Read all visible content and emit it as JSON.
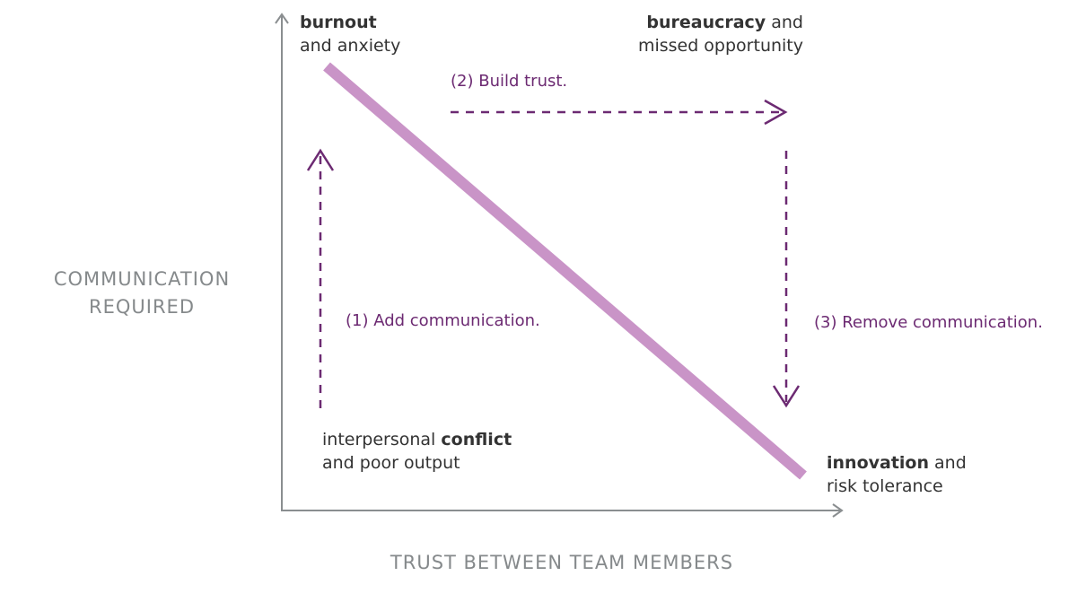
{
  "axes": {
    "y_label_line1": "COMMUNICATION",
    "y_label_line2": "REQUIRED",
    "x_label": "TRUST BETWEEN TEAM MEMBERS"
  },
  "corners": {
    "top_left": {
      "bold": "burnout",
      "rest": "and anxiety"
    },
    "top_right": {
      "bold": "bureaucracy",
      "rest1": " and",
      "rest2": "missed opportunity"
    },
    "bottom_left": {
      "pre": "interpersonal ",
      "bold": "conflict",
      "rest": "and poor output"
    },
    "bottom_right": {
      "bold": "innovation",
      "rest1": " and",
      "rest2": "risk tolerance"
    }
  },
  "steps": {
    "step1": "(1) Add communication.",
    "step2": "(2) Build trust.",
    "step3": "(3) Remove communication."
  },
  "colors": {
    "axis": "#8a8e90",
    "trend_line": "#c994c7",
    "step_arrow": "#6c2a72"
  }
}
